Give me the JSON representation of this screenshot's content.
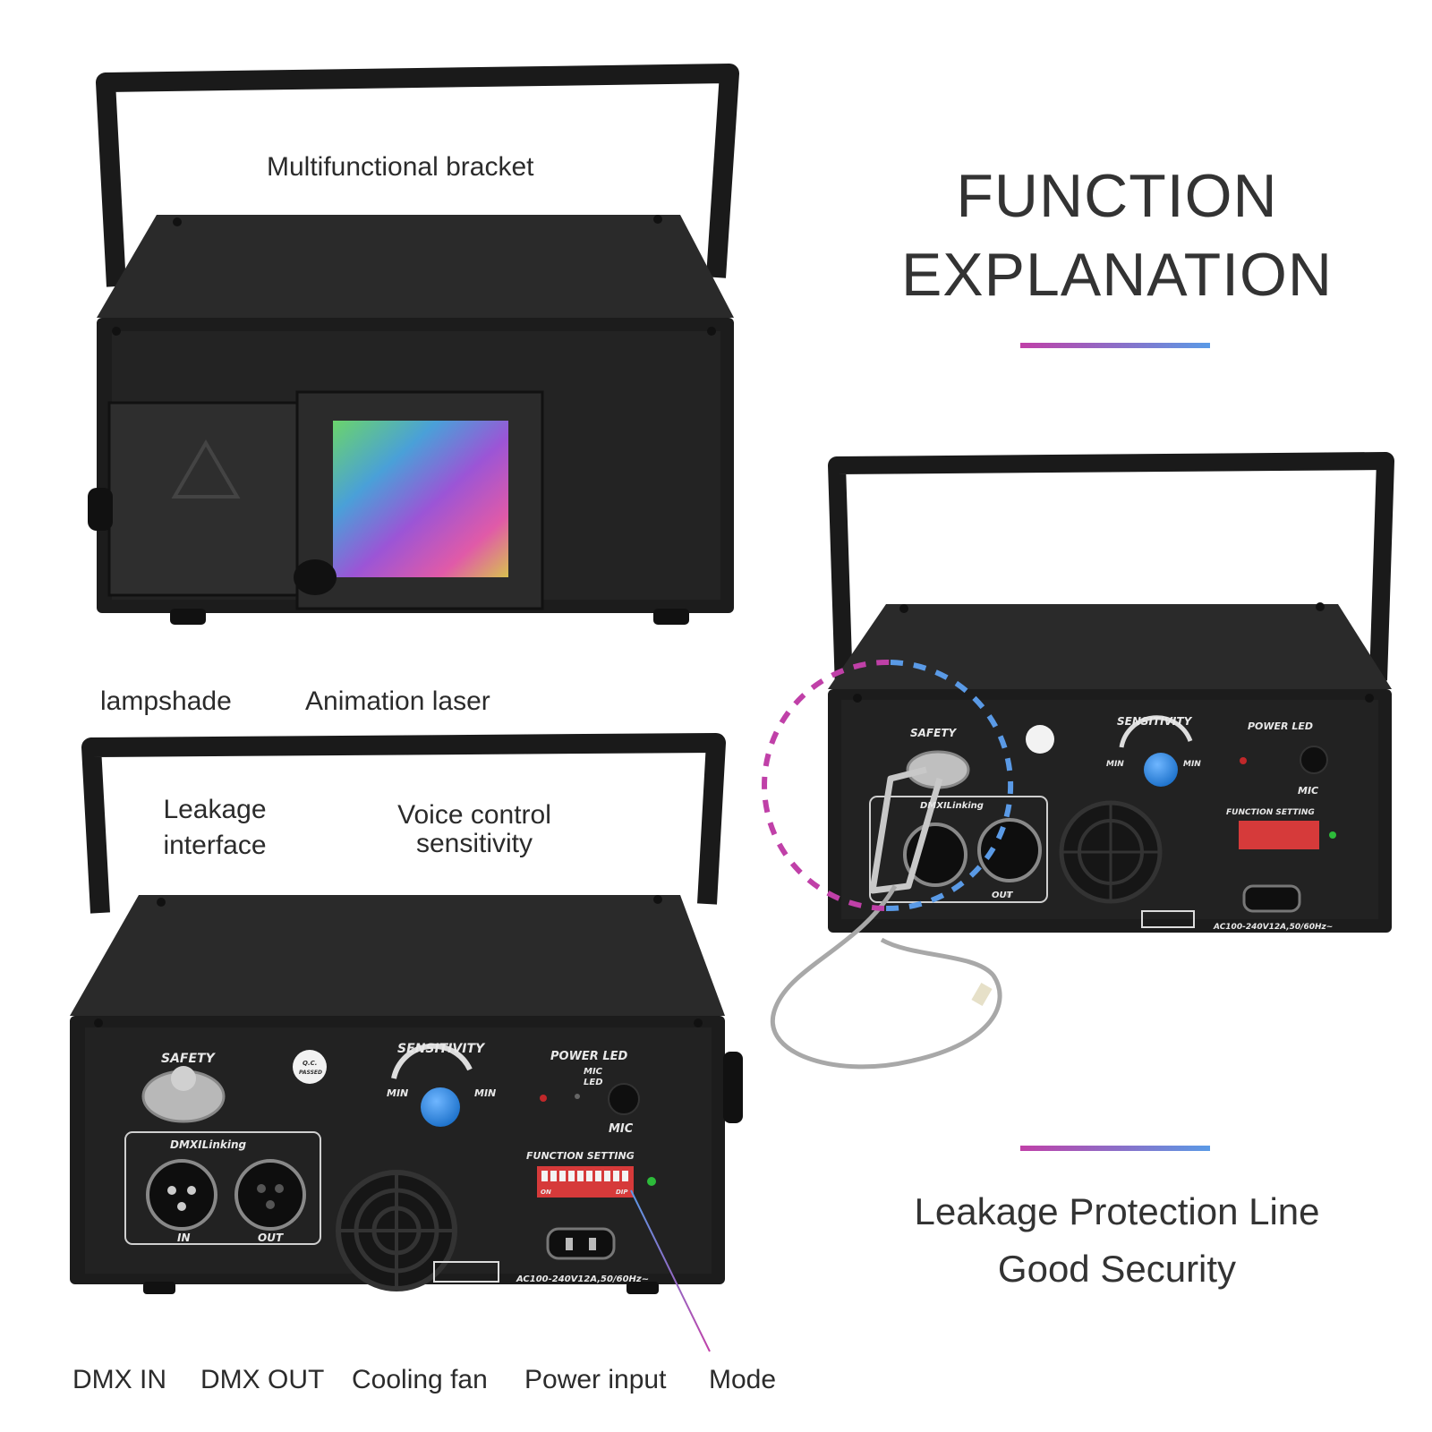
{
  "heading": {
    "line1": "FUNCTION",
    "line2": "EXPLANATION"
  },
  "subheading": {
    "line1": "Leakage Protection Line",
    "line2": "Good Security"
  },
  "callouts": {
    "bracket": "Multifunctional bracket",
    "lampshade": "lampshade",
    "animation_laser": "Animation laser",
    "leakage_interface": [
      "Leakage",
      "interface"
    ],
    "voice_control": [
      "Voice control",
      "sensitivity"
    ],
    "dmx_in": "DMX IN",
    "dmx_out": "DMX OUT",
    "cooling_fan": "Cooling fan",
    "power_input": "Power input",
    "mode": "Mode"
  },
  "device_panel": {
    "safety": "SAFETY",
    "qc": [
      "Q.C.",
      "PASSED"
    ],
    "sensitivity": "SENSITIVITY",
    "min": "MIN",
    "power_led": "POWER LED",
    "mic_led": [
      "MIC",
      "LED"
    ],
    "mic": "MIC",
    "dmx_linking": "DMXILinking",
    "in": "IN",
    "out": "OUT",
    "function_setting": "FUNCTION SETTING",
    "dip_on": "ON",
    "dip": "DIP",
    "power_spec": "AC100-240V12A,50/60Hz~"
  },
  "colors": {
    "accent_pink": "#c040a8",
    "accent_blue": "#5a9ae6",
    "device_body": "#1c1c1c",
    "text_dark": "#2b2b2b"
  }
}
